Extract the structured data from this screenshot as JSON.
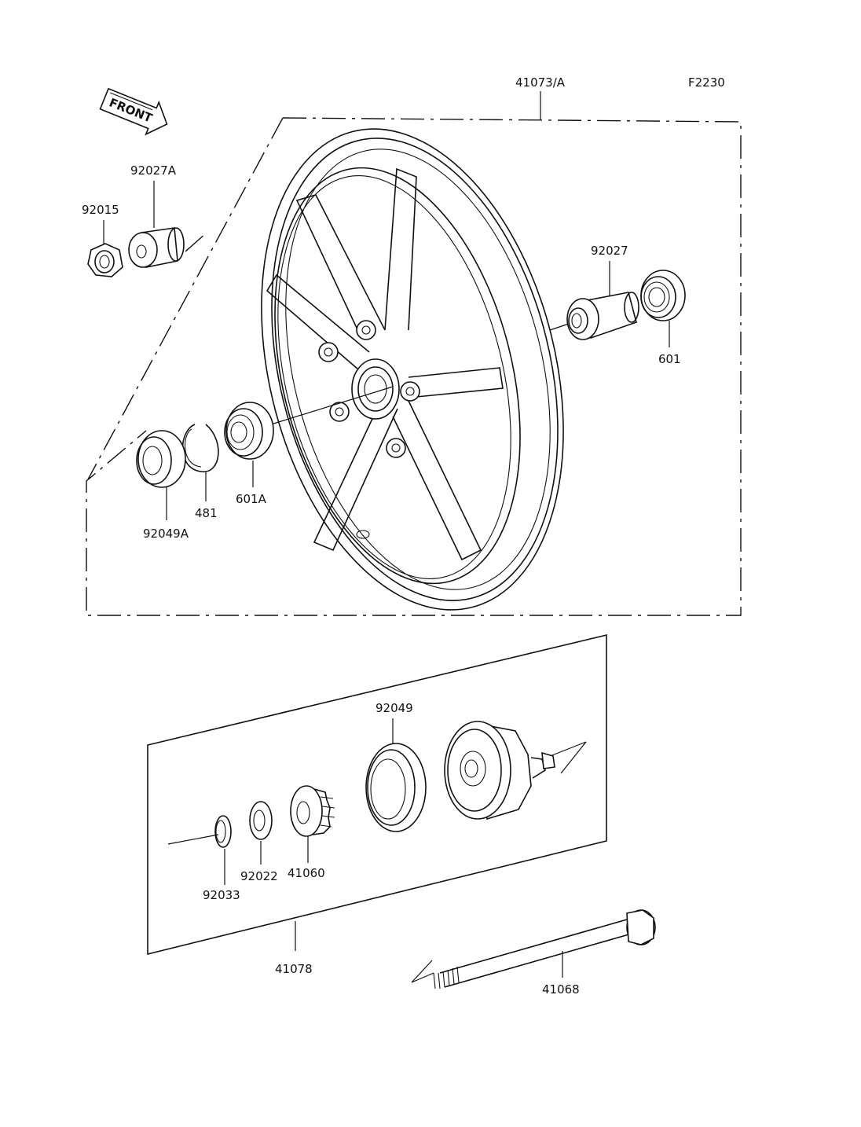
{
  "diagram": {
    "code": "F2230",
    "front_label": "FRONT",
    "parts": {
      "p41073A": "41073/A",
      "p92027A": "92027A",
      "p92015": "92015",
      "p92027": "92027",
      "p601": "601",
      "p601A": "601A",
      "p481": "481",
      "p92049A": "92049A",
      "p92049": "92049",
      "p92033": "92033",
      "p92022": "92022",
      "p41060": "41060",
      "p41078": "41078",
      "p41068": "41068"
    }
  }
}
